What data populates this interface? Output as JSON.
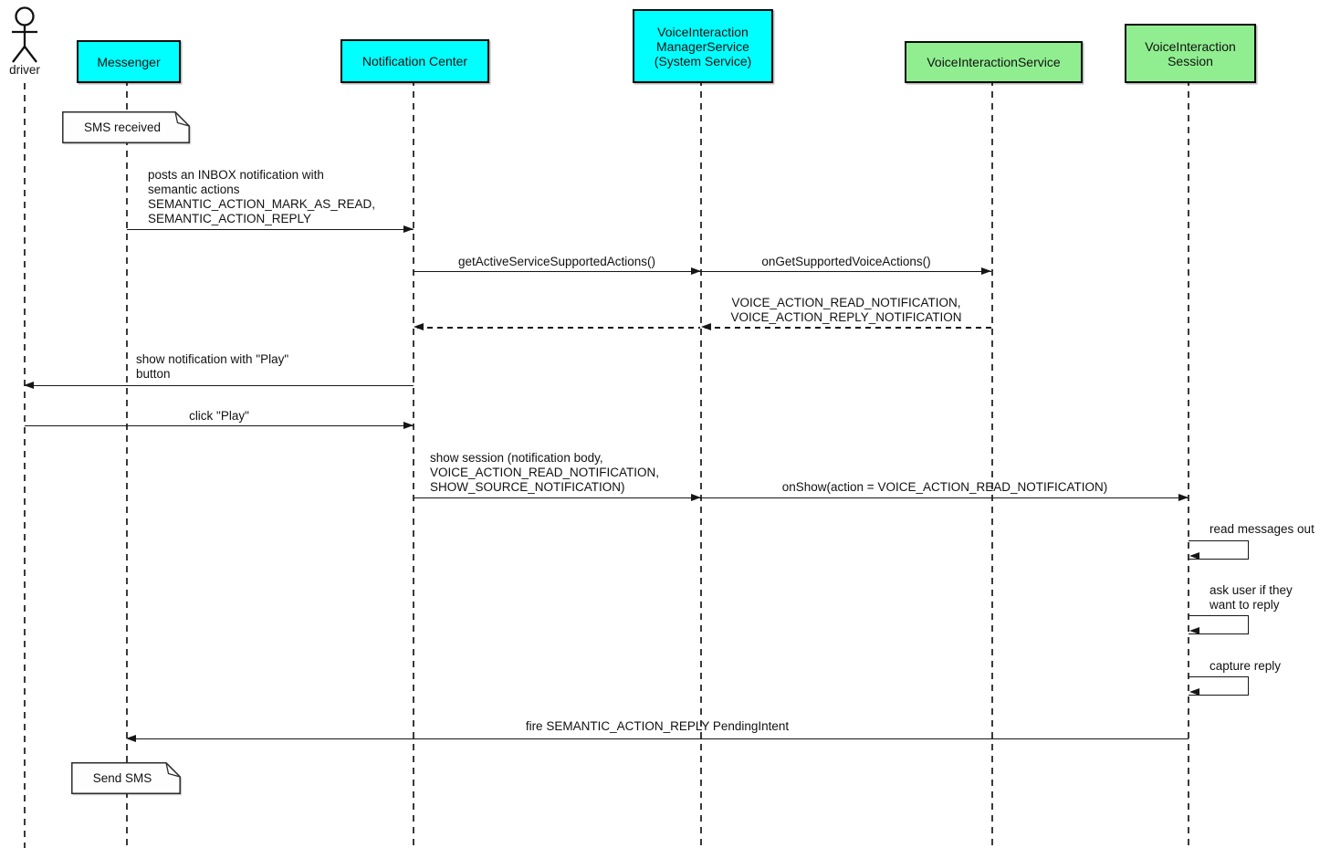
{
  "diagram": {
    "type": "uml-sequence-diagram",
    "actor": {
      "label": "driver"
    },
    "participants": [
      {
        "label": "Messenger",
        "color": "#00ffff"
      },
      {
        "label": "Notification Center",
        "color": "#00ffff"
      },
      {
        "label": "VoiceInteraction\nManagerService\n(System Service)",
        "color": "#00ffff"
      },
      {
        "label": "VoiceInteractionService",
        "color": "#90ee90"
      },
      {
        "label": "VoiceInteraction\nSession",
        "color": "#90ee90"
      }
    ],
    "notes": [
      {
        "text": "SMS received",
        "attached_to": "Messenger"
      },
      {
        "text": "Send SMS",
        "attached_to": "Messenger"
      }
    ],
    "messages": [
      {
        "from": "Messenger",
        "to": "Notification Center",
        "style": "solid",
        "label": "posts an INBOX notification with\nsemantic actions\nSEMANTIC_ACTION_MARK_AS_READ,\nSEMANTIC_ACTION_REPLY"
      },
      {
        "from": "Notification Center",
        "to": "VoiceInteractionManagerService",
        "style": "solid",
        "label": "getActiveServiceSupportedActions()"
      },
      {
        "from": "VoiceInteractionManagerService",
        "to": "VoiceInteractionService",
        "style": "solid",
        "label": "onGetSupportedVoiceActions()"
      },
      {
        "from": "VoiceInteractionService",
        "to": "VoiceInteractionManagerService",
        "style": "dashed-return",
        "label": "VOICE_ACTION_READ_NOTIFICATION,\nVOICE_ACTION_REPLY_NOTIFICATION"
      },
      {
        "from": "VoiceInteractionManagerService",
        "to": "Notification Center",
        "style": "dashed-return",
        "label": ""
      },
      {
        "from": "Notification Center",
        "to": "driver",
        "style": "solid",
        "label": "show notification with \"Play\"\nbutton"
      },
      {
        "from": "driver",
        "to": "Notification Center",
        "style": "solid",
        "label": "click \"Play\""
      },
      {
        "from": "Notification Center",
        "to": "VoiceInteractionManagerService",
        "style": "solid",
        "label": "show session (notification body,\nVOICE_ACTION_READ_NOTIFICATION,\nSHOW_SOURCE_NOTIFICATION)"
      },
      {
        "from": "VoiceInteractionManagerService",
        "to": "VoiceInteractionSession",
        "style": "solid",
        "label": "onShow(action = VOICE_ACTION_READ_NOTIFICATION)"
      },
      {
        "from": "VoiceInteractionSession",
        "to": "VoiceInteractionSession",
        "style": "self",
        "label": "read messages out"
      },
      {
        "from": "VoiceInteractionSession",
        "to": "VoiceInteractionSession",
        "style": "self",
        "label": "ask user if they\nwant to reply"
      },
      {
        "from": "VoiceInteractionSession",
        "to": "VoiceInteractionSession",
        "style": "self",
        "label": "capture reply"
      },
      {
        "from": "VoiceInteractionSession",
        "to": "Messenger",
        "style": "solid",
        "label": "fire SEMANTIC_ACTION_REPLY PendingIntent"
      }
    ],
    "colors": {
      "participant_cyan": "#00ffff",
      "participant_green": "#90ee90",
      "note_fill": "#ffffff",
      "line": "#161616",
      "background": "#ffffff"
    }
  }
}
